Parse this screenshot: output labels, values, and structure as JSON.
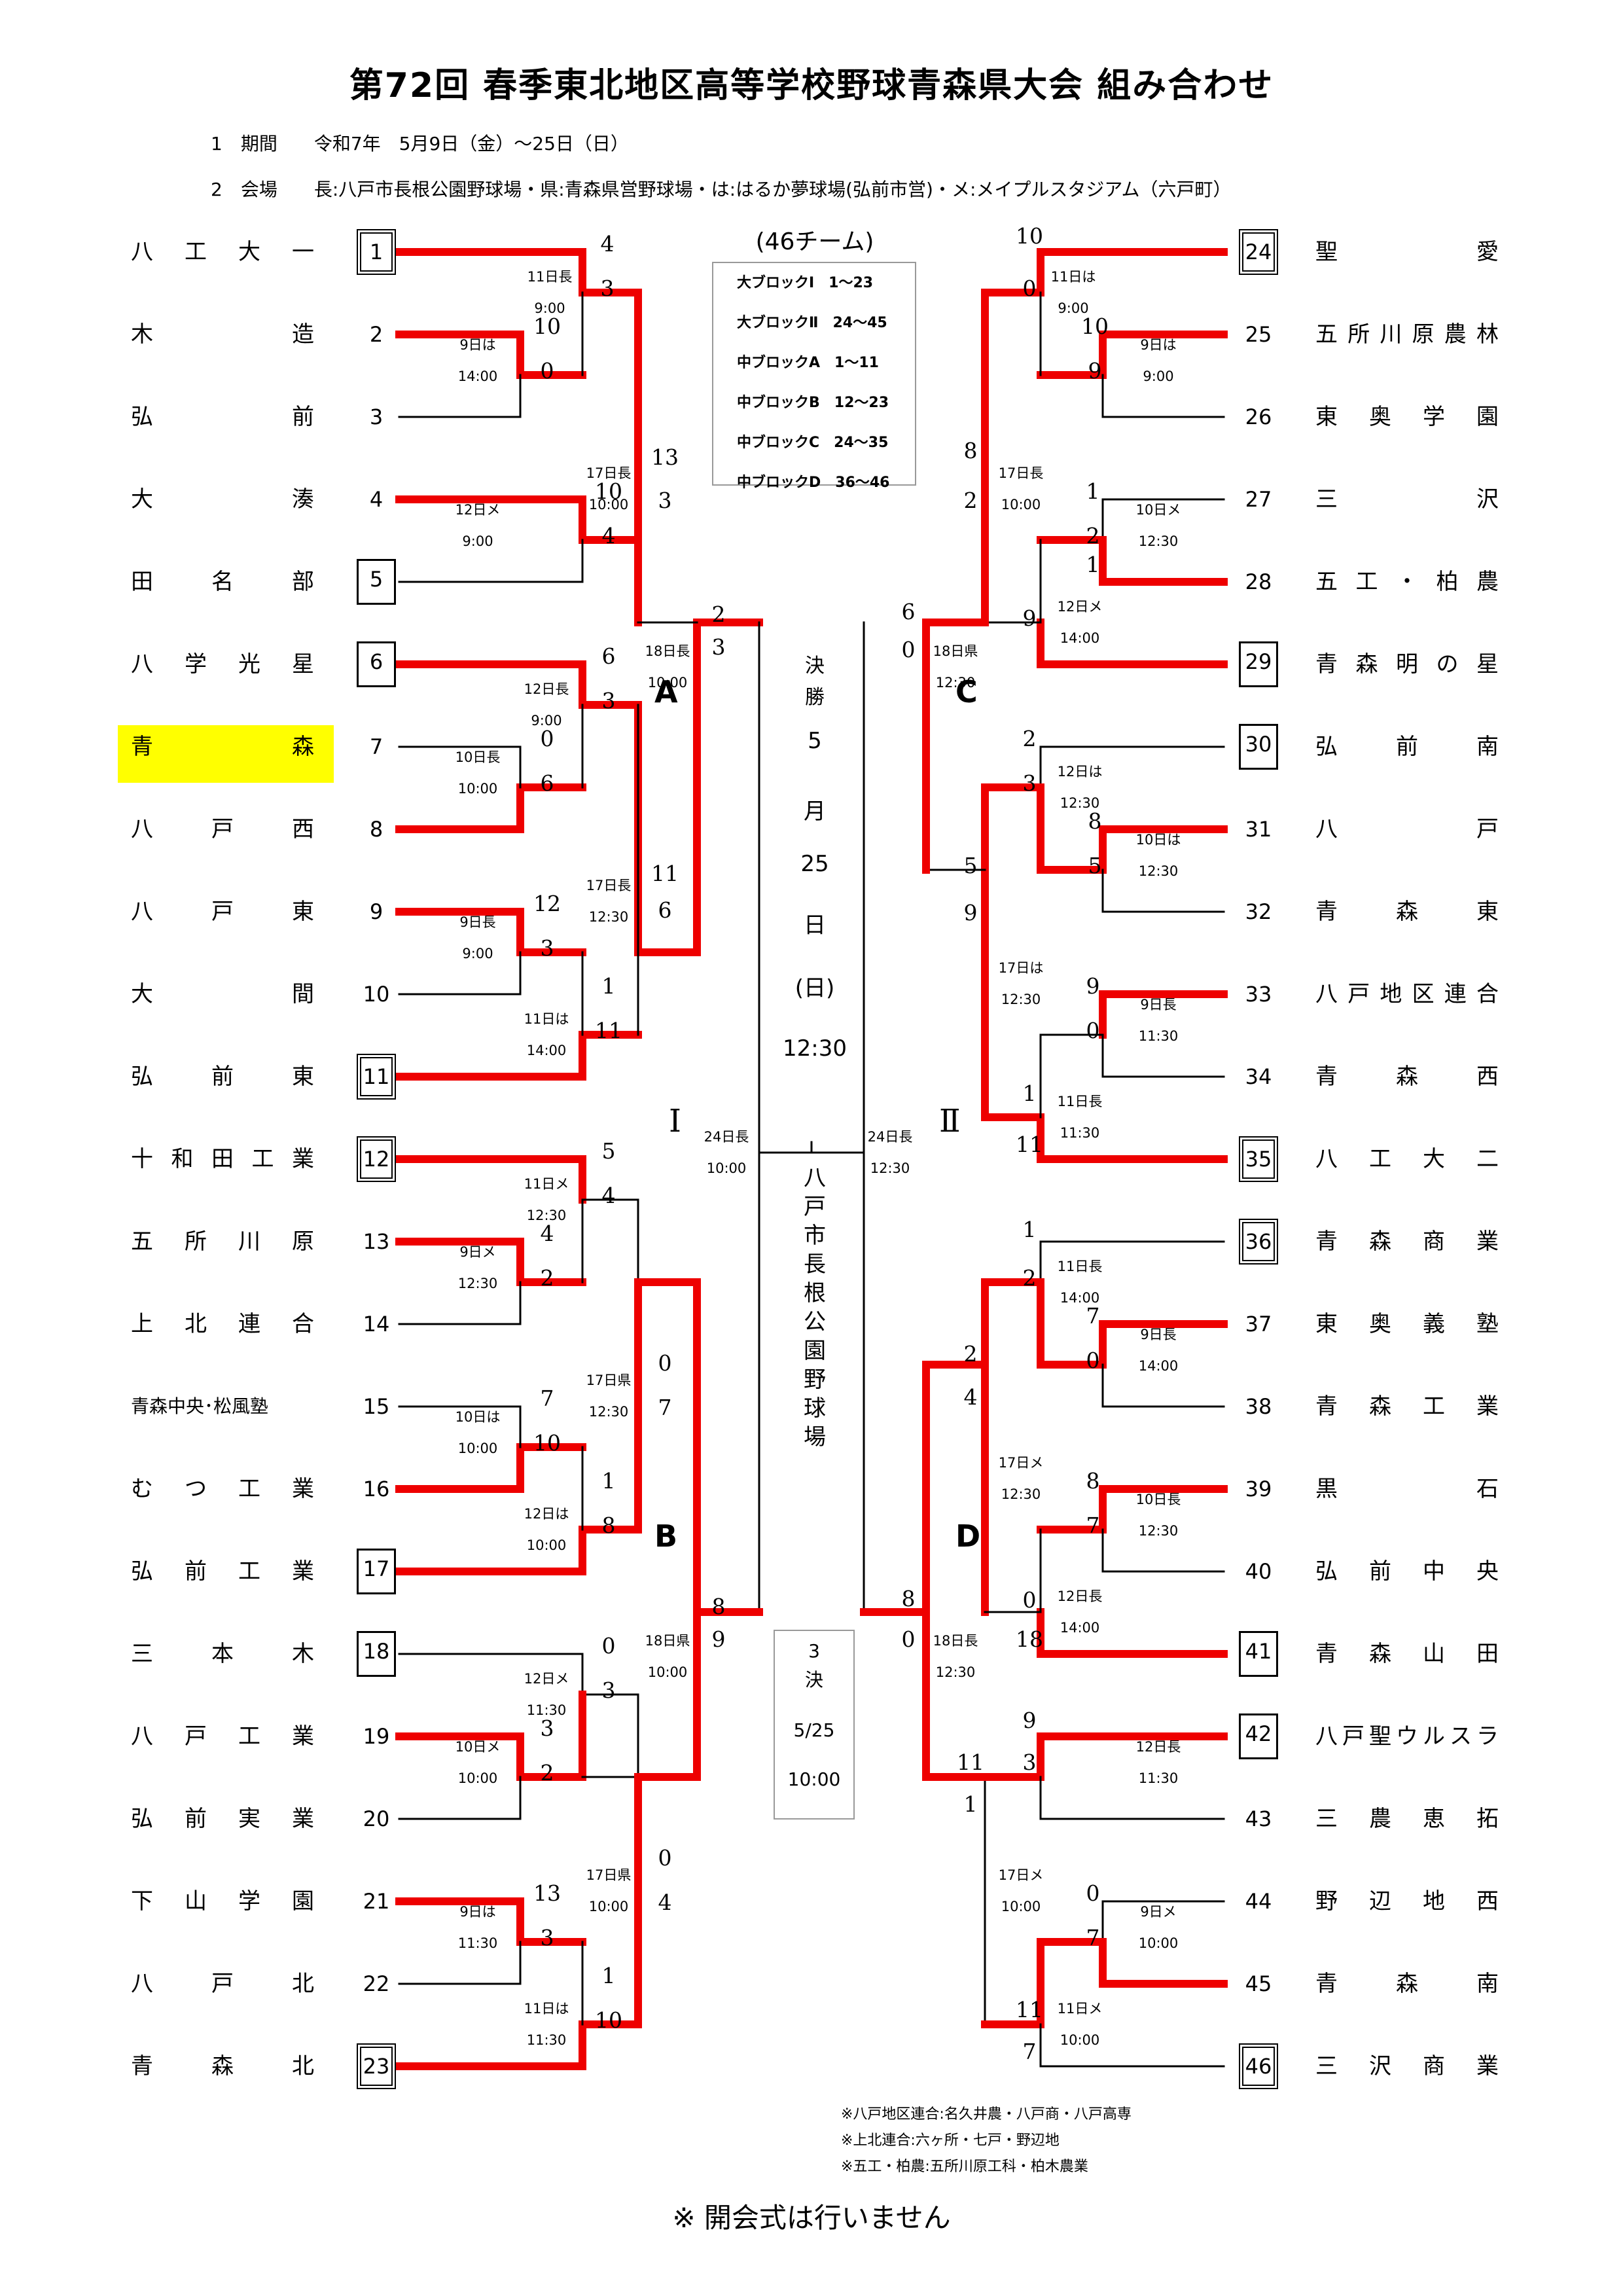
{
  "title": "第72回 春季東北地区高等学校野球青森県大会 組み合わせ",
  "info": [
    "1　期間　　令和7年　5月9日（金）〜25日（日）",
    "2　会場　　長:八戸市長根公園野球場・県:青森県営野球場・は:はるか夢球場(弘前市営)・メ:メイプルスタジアム（六戸町）"
  ],
  "teams_left": [
    {
      "no": "1",
      "name": "八工大一",
      "box": "double"
    },
    {
      "no": "2",
      "name": "木造"
    },
    {
      "no": "3",
      "name": "弘前"
    },
    {
      "no": "4",
      "name": "大湊"
    },
    {
      "no": "5",
      "name": "田名部",
      "box": "single"
    },
    {
      "no": "6",
      "name": "八学光星",
      "box": "single"
    },
    {
      "no": "7",
      "name": "青森",
      "highlight": true
    },
    {
      "no": "8",
      "name": "八戸西"
    },
    {
      "no": "9",
      "name": "八戸東"
    },
    {
      "no": "10",
      "name": "大間"
    },
    {
      "no": "11",
      "name": "弘前東",
      "box": "double"
    },
    {
      "no": "12",
      "name": "十和田工業",
      "box": "double"
    },
    {
      "no": "13",
      "name": "五所川原"
    },
    {
      "no": "14",
      "name": "上北連合"
    },
    {
      "no": "15",
      "name": "青森中央･松風塾",
      "small": true
    },
    {
      "no": "16",
      "name": "むつ工業"
    },
    {
      "no": "17",
      "name": "弘前工業",
      "box": "single"
    },
    {
      "no": "18",
      "name": "三本木",
      "box": "single"
    },
    {
      "no": "19",
      "name": "八戸工業"
    },
    {
      "no": "20",
      "name": "弘前実業"
    },
    {
      "no": "21",
      "name": "下山学園"
    },
    {
      "no": "22",
      "name": "八戸北"
    },
    {
      "no": "23",
      "name": "青森北",
      "box": "double"
    }
  ],
  "teams_right": [
    {
      "no": "24",
      "name": "聖愛",
      "box": "double"
    },
    {
      "no": "25",
      "name": "五所川原農林"
    },
    {
      "no": "26",
      "name": "東奥学園"
    },
    {
      "no": "27",
      "name": "三沢"
    },
    {
      "no": "28",
      "name": "五工・柏農"
    },
    {
      "no": "29",
      "name": "青森明の星",
      "box": "single"
    },
    {
      "no": "30",
      "name": "弘前南",
      "box": "single"
    },
    {
      "no": "31",
      "name": "八戸"
    },
    {
      "no": "32",
      "name": "青森東"
    },
    {
      "no": "33",
      "name": "八戸地区連合"
    },
    {
      "no": "34",
      "name": "青森西"
    },
    {
      "no": "35",
      "name": "八工大二",
      "box": "double"
    },
    {
      "no": "36",
      "name": "青森商業",
      "box": "double"
    },
    {
      "no": "37",
      "name": "東奥義塾"
    },
    {
      "no": "38",
      "name": "青森工業"
    },
    {
      "no": "39",
      "name": "黒石"
    },
    {
      "no": "40",
      "name": "弘前中央"
    },
    {
      "no": "41",
      "name": "青森山田",
      "box": "single"
    },
    {
      "no": "42",
      "name": "八戸聖ウルスラ",
      "box": "single"
    },
    {
      "no": "43",
      "name": "三農恵拓"
    },
    {
      "no": "44",
      "name": "野辺地西"
    },
    {
      "no": "45",
      "name": "青森南"
    },
    {
      "no": "46",
      "name": "三沢商業",
      "box": "double"
    }
  ],
  "legend": {
    "title": "(46チーム)",
    "rows": [
      "大ブロックⅠ　1〜23",
      "大ブロックⅡ　24〜45",
      "中ブロックA　1〜11",
      "中ブロックB　12〜23",
      "中ブロックC　24〜35",
      "中ブロックD　36〜46"
    ]
  },
  "blocks": {
    "A": "A",
    "B": "B",
    "C": "C",
    "D": "D",
    "I": "Ⅰ",
    "II": "Ⅱ"
  },
  "final": {
    "label": "決",
    "label2": "勝",
    "lines": [
      "5",
      "月",
      "25",
      "日",
      "(日)",
      "12:30"
    ]
  },
  "venue_vertical": [
    "八",
    "戸",
    "市",
    "長",
    "根",
    "公",
    "園",
    "野",
    "球",
    "場"
  ],
  "third_place": [
    "3",
    "決",
    "5/25",
    "10:00"
  ],
  "notes": [
    "※八戸地区連合:名久井農・八戸商・八戸高専",
    "※上北連合:六ヶ所・七戸・野辺地",
    "※五工・柏農:五所川原工科・柏木農業"
  ],
  "footer": "※ 開会式は行いません",
  "highlight_color": "#ffff00",
  "win_color": "#ee0000",
  "schedule_labels": [
    [
      "11日長",
      "9:00"
    ],
    [
      "9日は",
      "14:00"
    ],
    [
      "17日長",
      "10:00"
    ],
    [
      "12日メ",
      "9:00"
    ],
    [
      "18日長",
      "10:00"
    ],
    [
      "12日長",
      "9:00"
    ],
    [
      "10日長",
      "10:00"
    ],
    [
      "17日長",
      "12:30"
    ],
    [
      "9日長",
      "9:00"
    ],
    [
      "11日は",
      "14:00"
    ],
    [
      "24日長",
      "10:00"
    ],
    [
      "11日メ",
      "12:30"
    ],
    [
      "9日メ",
      "12:30"
    ],
    [
      "17日県",
      "12:30"
    ],
    [
      "10日は",
      "10:00"
    ],
    [
      "12日は",
      "10:00"
    ],
    [
      "18日県",
      "10:00"
    ],
    [
      "12日メ",
      "11:30"
    ],
    [
      "10日メ",
      "10:00"
    ],
    [
      "17日県",
      "10:00"
    ],
    [
      "9日は",
      "11:30"
    ],
    [
      "11日は",
      "11:30"
    ],
    [
      "11日は",
      "9:00"
    ],
    [
      "9日は",
      "9:00"
    ],
    [
      "17日長",
      "10:00"
    ],
    [
      "10日メ",
      "12:30"
    ],
    [
      "12日メ",
      "14:00"
    ],
    [
      "18日県",
      "12:30"
    ],
    [
      "12日は",
      "12:30"
    ],
    [
      "10日は",
      "12:30"
    ],
    [
      "17日は",
      "12:30"
    ],
    [
      "9日長",
      "11:30"
    ],
    [
      "11日長",
      "11:30"
    ],
    [
      "24日長",
      "12:30"
    ],
    [
      "11日長",
      "14:00"
    ],
    [
      "9日長",
      "14:00"
    ],
    [
      "17日メ",
      "12:30"
    ],
    [
      "10日長",
      "12:30"
    ],
    [
      "12日長",
      "14:00"
    ],
    [
      "18日長",
      "12:30"
    ],
    [
      "12日長",
      "11:30"
    ],
    [
      "17日メ",
      "10:00"
    ],
    [
      "9日メ",
      "10:00"
    ],
    [
      "11日メ",
      "10:00"
    ]
  ],
  "scores": [
    "4",
    "3",
    "10",
    "0",
    "13",
    "3",
    "10",
    "4",
    "2",
    "3",
    "6",
    "3",
    "0",
    "6",
    "11",
    "6",
    "12",
    "3",
    "1",
    "11",
    "5",
    "4",
    "4",
    "2",
    "0",
    "7",
    "7",
    "10",
    "1",
    "8",
    "8",
    "9",
    "0",
    "3",
    "3",
    "2",
    "0",
    "4",
    "13",
    "3",
    "1",
    "10",
    "10",
    "0",
    "10",
    "9",
    "8",
    "2",
    "1",
    "2",
    "1",
    "9",
    "6",
    "0",
    "2",
    "3",
    "8",
    "5",
    "5",
    "9",
    "9",
    "0",
    "1",
    "11",
    "1",
    "2",
    "7",
    "0",
    "2",
    "4",
    "8",
    "7",
    "0",
    "18",
    "8",
    "0",
    "9",
    "3",
    "11",
    "1",
    "0",
    "7",
    "11",
    "7"
  ]
}
